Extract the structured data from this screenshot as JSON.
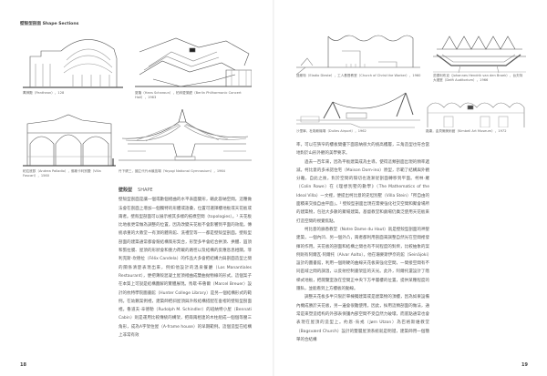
{
  "header": "壁殼型剖面 Shape Sections",
  "captions": {
    "pantheon": "萬神殿（Pantheon），128",
    "berlin": "夏隆（Hans Scharoun），柏林愛樂廳（Berlin Philharmonic Concert Hall），1963",
    "foscari": "帕拉底歐（Andrea Palladio），佛斯卡利別墅（Villa Foscari），1560",
    "yoyogi": "丹下健三，國立代代木競技場（Yoyogi National Gymnasium），1964",
    "atlantida": "迪斯特（Eladio Dieste），工人基督教堂（Church of Christ the Worker），1960",
    "delft": "范德利布克（Johannes Hendrik van den Broek），台夫特大禮堂（Delft Auditorium），1966",
    "dulles": "沙里寧，杜勒斯機場（Dulles Airport），1962",
    "kimbell": "路康，金貝爾美術館（Kimbell Art Museum），1972"
  },
  "section": {
    "title_zh": "壁殼型",
    "title_en": "SHAPE"
  },
  "left_paragraphs": [
    "壁殼型剖面是讓一個或數個褶曲的水平表面變形，藉此容納空間。這種做法會在剖面上增加一個獨特的形體或語彙，位置可選擇樓地板或天花板或兩者。壁殼型剖面可以展示極其多樣的拓樸空間（topologies）。¹ 天花板比地板更常做為調整的位置，因為改變天花板不會影響到平面的效能。傳統承重的大教堂一有頂的體育館、洗禮堂等——都是壁殼型剖面。壁殼型剖面的建築通常都會競結構策形契合，形塑多半會結合拱頂、拱體、圓頂和張拉膜、屋頂的形狀會和重力荷載的路徑以及結構的反應息息相關。菲利克斯·坎德拉（Félix Candela）的作品大多會把結構力與剖面造型之間的關係清楚表現出來，例如他設計的溫泉餐廳（Los Manantiales Restaurant），便把薄殼混凝土屋頂褶曲成雙曲拋物線的形式。這個案子在本質上可說是結構圖解的實體展現。馬歇·布魯爾（Marcel Breuer）設計的杭特學院圖書館（Hunter College Library）是另一個結構形式的範例。在幼鵝案例裡，建築師把斜屋頂與外殼結構搭配在垂褶的壁殼型剖面裡。魯道夫·辛德勒（Rudolph M. Schindler）的班納特小屋（Bennati Cabin）則是運用比較傳統的構架，把兩兩相連的木柱組成一個個等腰三角形，成為A字架住屋（A-frame house）的早期範例。這個造型在結構上非常有效"
  ],
  "right_paragraphs": [
    "率，可以在狹窄的樓板間優下面容納很大的挑高樓層，三角造型也符合當地對於山形外觀的美學要求。",
    "過去一百年來，因為平板建築成為主導，使得這類剖面出現的頻率遞減。柯比意的多米諾住宅（Maison Dom-ino）原型，示範了結構與外觀分離，自此之後，對於空間的隔切也逐漸從剖面轉移到平面。柯林·羅（Colin Rowe）在《理想別墅的數學》（The Mathematics of the Ideal Villa）一文裡，便提出柯比意的史坦別墅（Villa Stein）「所自由的面積來交換自由平面」。² 壁殼型剖面出現在需要強化社交空間和聚會場所的建築物，包括大多數的聚場建築。基督教堂和劇場仍廣泛使用天花板來打造空間的視覺焦點。",
    "柯比意的廊香教堂（Notre Dame du Haut）就是壁殼型剖面的神聖建築，一個內凹、另一個外凸，兩者都利用剖面來調整自然光在空間裡發揮的作用。天花板的剖面和結構之間也有不同程度的對齊，比較抽象的案例則有阿爾瓦·阿爾托（Alvar Aalto），他在珊麥斯伊奈的館（Seinäjoki）設計的圖書館，利用一個剛硬的曲線天花板來強化空間，一間接空間有不同區域之間的調溫，以反射控制書架區的天光。此外，阿爾托還設計了階梯式地板，把閱覽室放在空間正中央下方半層樓的位置，提供某種程度的隱私，並能看到上方樓板的動線。",
    "調整天花板多半只限於單棟獨建築或是建築物的頂樓，因為如果設備內機成勝於天花板，另一邊會很難使用。因此，採用這類剖面的做法，通常是來塑造结构的外部表保護內部空間不受自然力破壞，而底點通常也會表現在屋頂的造型上。約恩·烏戎（Jørn Utzon）為巴格斯維教堂（Bagsværd Church）設計的雙層屋頂系統就是明證，建築師用一個簡單的合結構"
  ],
  "page_numbers": {
    "left": "18",
    "right": "19"
  }
}
